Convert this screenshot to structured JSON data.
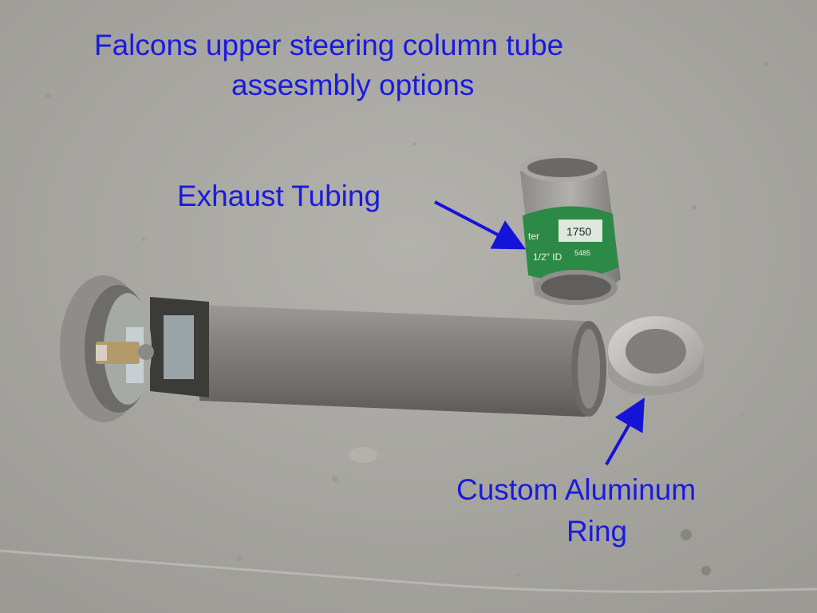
{
  "title": {
    "line1": "Falcons upper steering column tube",
    "line2": "assesmbly options"
  },
  "callouts": {
    "exhaust_tubing": "Exhaust Tubing",
    "aluminum_ring_line1": "Custom Aluminum",
    "aluminum_ring_line2": "Ring"
  },
  "label_partial": {
    "part_number": "1750",
    "brand_fragment": "ter",
    "size_fragment": "1/2\" ID",
    "code_fragment": "5485"
  },
  "colors": {
    "annotation_text": "#1a1adf",
    "arrow": "#1414d8",
    "concrete": "#a9a8a3",
    "tube_metal": "#7c7c79",
    "label_green": "#2c8a46"
  }
}
